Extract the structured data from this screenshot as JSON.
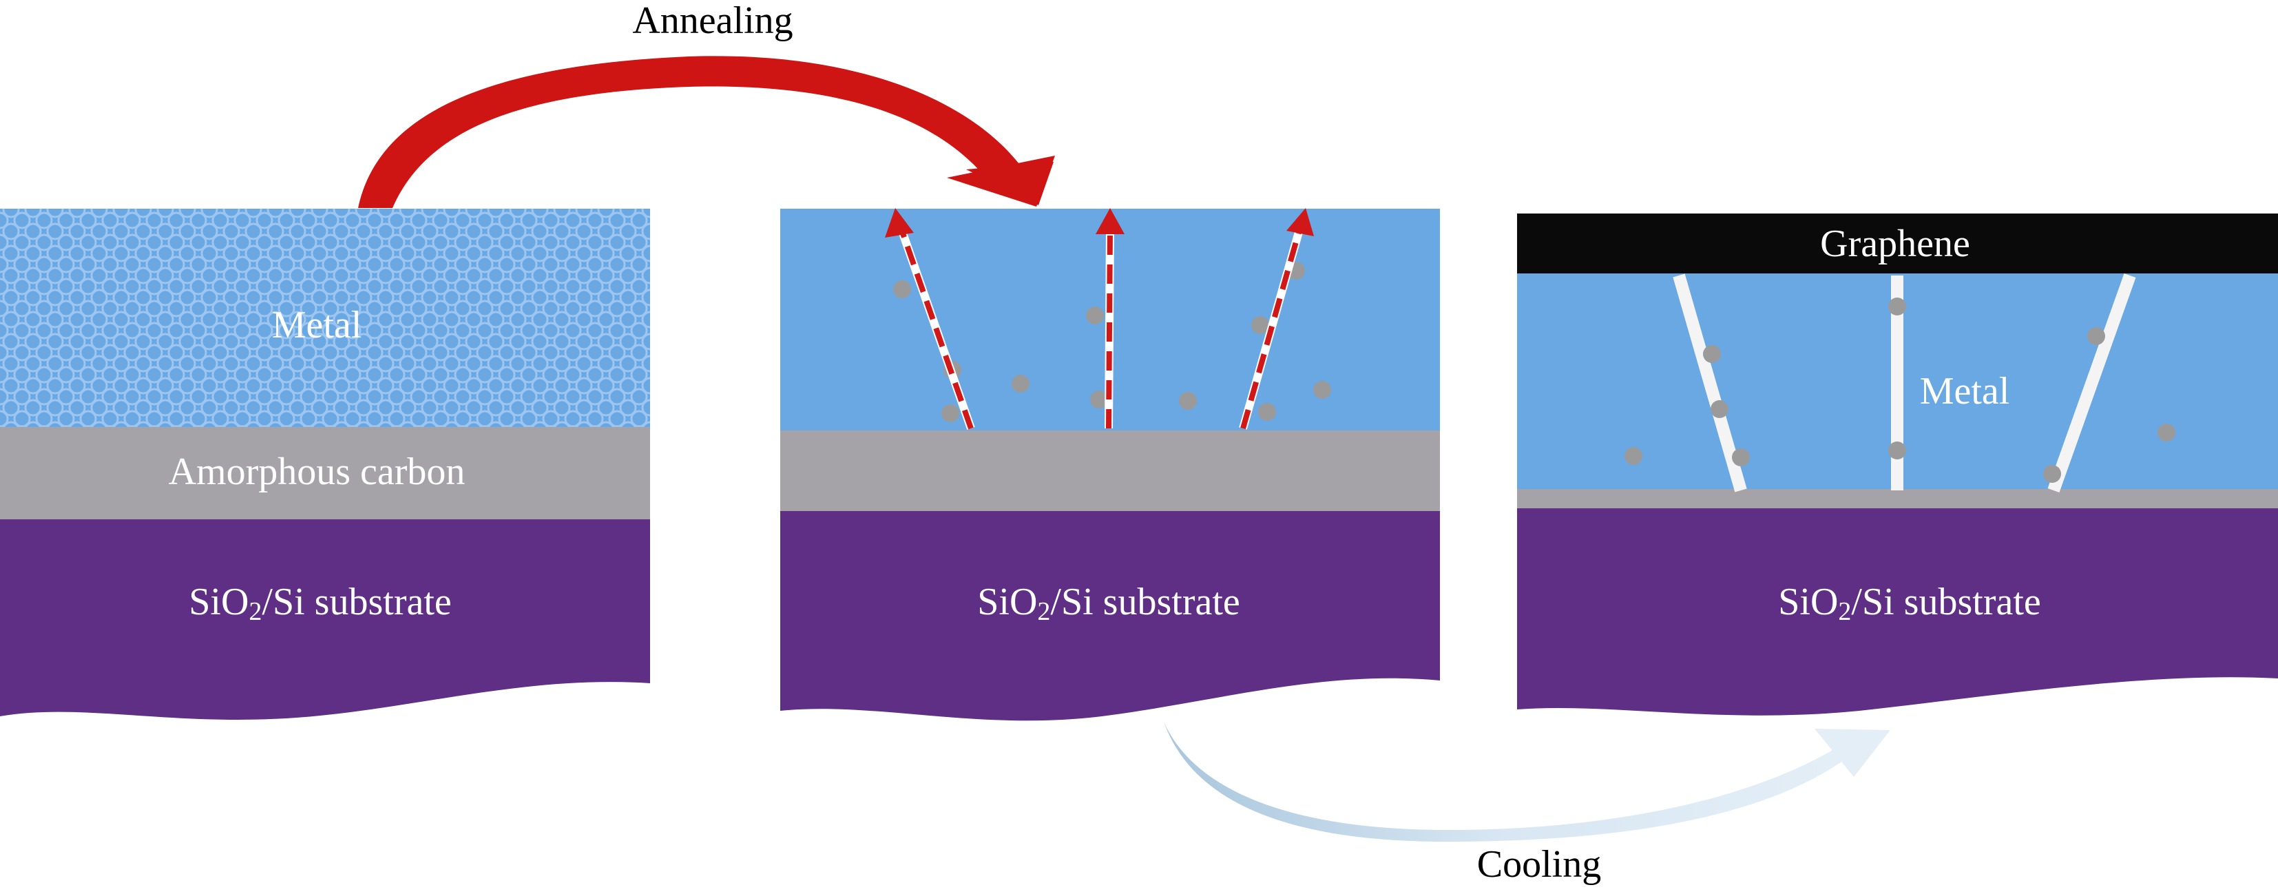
{
  "labels": {
    "annealing": "Annealing",
    "cooling": "Cooling",
    "panel1_metal": "Metal",
    "panel1_carbon": "Amorphous carbon",
    "panel1_substrate_main": "SiO",
    "panel1_substrate_sub": "2",
    "panel1_substrate_rest": "/Si substrate",
    "panel2_substrate_main": "SiO",
    "panel2_substrate_sub": "2",
    "panel2_substrate_rest": "/Si substrate",
    "panel3_graphene": "Graphene",
    "panel3_metal": "Metal",
    "panel3_substrate_main": "SiO",
    "panel3_substrate_sub": "2",
    "panel3_substrate_rest": "/Si substrate"
  },
  "colors": {
    "metal": "#6aa8e4",
    "carbon": "#a5a3a7",
    "substrate": "#5e2f84",
    "graphene": "#0a0a0a",
    "annealing_arrow": "#cf1414",
    "cooling_arrow": "#c6dcee",
    "carbon_dot": "#9a9a9a",
    "diffusion_path": "#f4f4f4"
  }
}
